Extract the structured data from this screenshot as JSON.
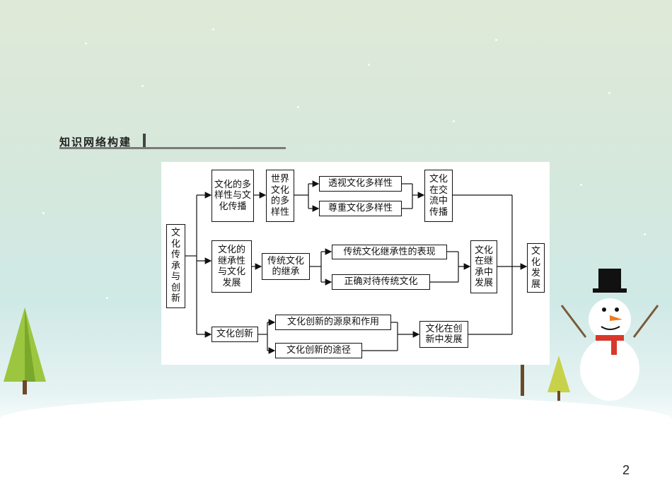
{
  "slide": {
    "section_title": "知识网络构建",
    "page_number": "2"
  },
  "diagram": {
    "nodes": {
      "root": "文化传承与创新",
      "diversity": "文化的多样性与文化传播",
      "world_diversity": "世界文化的多样性",
      "see_through": "透视文化多样性",
      "respect": "尊重文化多样性",
      "spread": "文化在交流中传播",
      "inherit_dev": "文化的继承性与文化发展",
      "traditional_inherit": "传统文化的继承",
      "traditional_expression": "传统文化继承性的表现",
      "treat_correctly": "正确对待传统文化",
      "inherit_develop": "文化在继承中发展",
      "innovation": "文化创新",
      "source_role": "文化创新的源泉和作用",
      "path": "文化创新的途径",
      "innovation_develop": "文化在创新中发展",
      "culture_develop": "文化发展"
    }
  },
  "colors": {
    "line": "#111111",
    "panel": "#ffffff"
  }
}
